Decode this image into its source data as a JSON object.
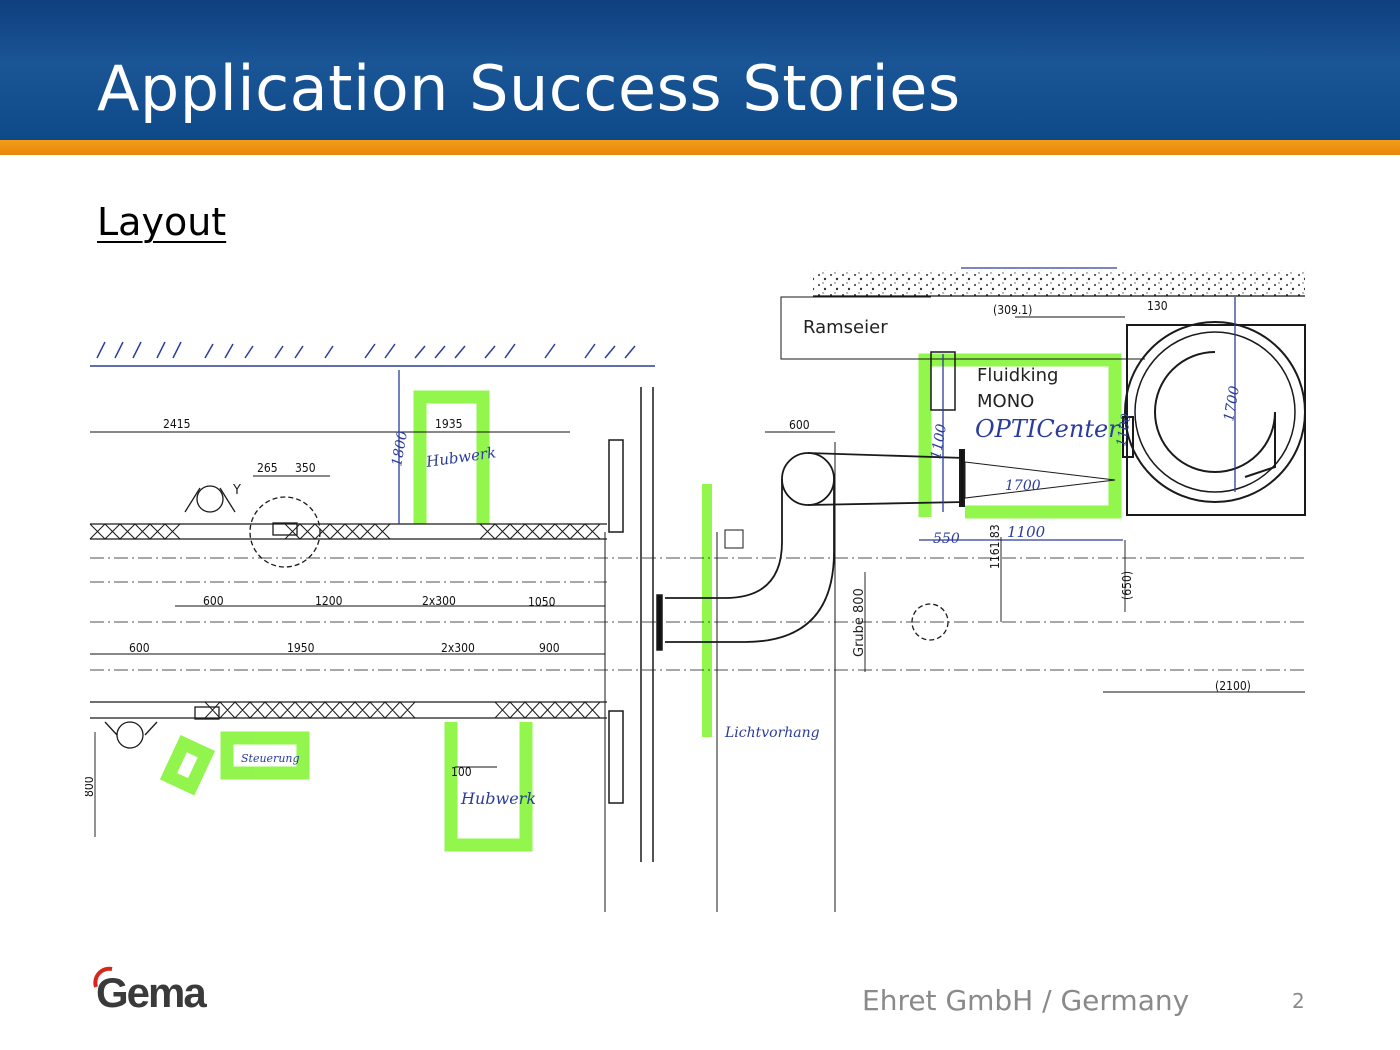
{
  "header": {
    "title": "Application Success Stories"
  },
  "section": {
    "subtitle": "Layout"
  },
  "drawing": {
    "labels": {
      "ramseier": "Ramseier",
      "fluidking": "Fluidking",
      "mono": "MONO",
      "opticenter": "OPTICenter",
      "hubwerk_top": "Hubwerk",
      "hubwerk_bottom": "Hubwerk",
      "steuerung": "Steuerung",
      "lichtvorhang": "Lichtvorhang",
      "grube": "Grube 800",
      "y_marker": "Y"
    },
    "dimensions": {
      "d2415": "2415",
      "d1935": "1935",
      "d265": "265",
      "d350": "350",
      "d1800": "1800",
      "d600_top": "600",
      "d600_a": "600",
      "d1200": "1200",
      "d2x300_a": "2x300",
      "d1050": "1050",
      "d600_b": "600",
      "d1950": "1950",
      "d2x300_b": "2x300",
      "d900": "900",
      "d100": "100",
      "d800": "800",
      "d309": "(309.1)",
      "d130": "130",
      "d1700_right": "1700",
      "d1100_vert": "1100",
      "d1700_mid": "1700",
      "d1100_right": "1100",
      "d550": "550",
      "d1100_bottom": "1100",
      "d1161": "1161.83",
      "d650": "(650)",
      "d2100": "(2100)"
    },
    "colors": {
      "highlight": "#7fff2a",
      "ink": "#1a1a1a",
      "pen": "#2b3c9c"
    }
  },
  "footer": {
    "logo": "Gema",
    "company": "Ehret GmbH / Germany",
    "page_number": "2"
  }
}
